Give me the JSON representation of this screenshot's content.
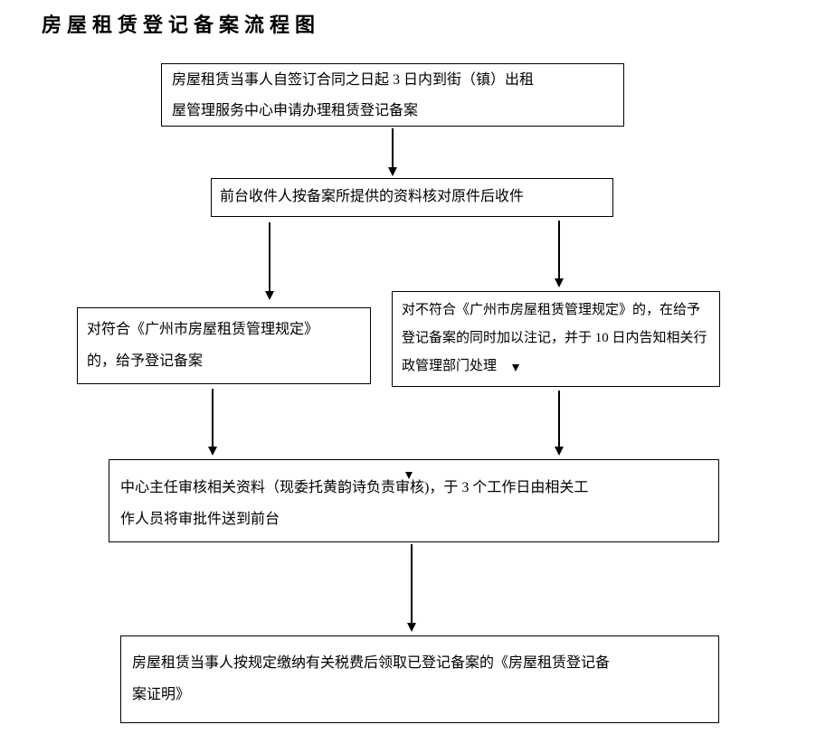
{
  "page": {
    "title": "房屋租赁登记备案流程图"
  },
  "flowchart": {
    "type": "flowchart",
    "colors": {
      "node_border": "#000000",
      "node_fill": "#ffffff",
      "text": "#000000",
      "arrow": "#000000",
      "background": "#ffffff"
    },
    "nodes": [
      {
        "id": "apply",
        "text": "房屋租赁当事人自签订合同之日起 3 日内到街（镇）出租\n屋管理服务中心申请办理租赁登记备案"
      },
      {
        "id": "front-desk-check",
        "text": "前台收件人按备案所提供的资料核对原件后收件"
      },
      {
        "id": "compliant-register",
        "text": "对符合《广州市房屋租赁管理规定》\n的，给予登记备案"
      },
      {
        "id": "noncompliant-note",
        "text": "对不符合《广州市房屋租赁管理规定》的，在给予\n登记备案的同时加以注记，并于 10 日内告知相关行\n政管理部门处理"
      },
      {
        "id": "director-review",
        "text": "中心主任审核相关资料（现委托黄韵诗负责审核)，于 3 个工作日由相关工\n作人员将审批件送到前台"
      },
      {
        "id": "certificate-issue",
        "text": "房屋租赁当事人按规定缴纳有关税费后领取已登记备案的《房屋租赁登记备\n案证明》"
      }
    ],
    "edges": [
      {
        "from": "apply",
        "to": "front-desk-check"
      },
      {
        "from": "front-desk-check",
        "to": "compliant-register"
      },
      {
        "from": "front-desk-check",
        "to": "noncompliant-note"
      },
      {
        "from": "compliant-register",
        "to": "director-review"
      },
      {
        "from": "noncompliant-note",
        "to": "director-review"
      },
      {
        "from": "director-review",
        "to": "certificate-issue"
      }
    ]
  }
}
